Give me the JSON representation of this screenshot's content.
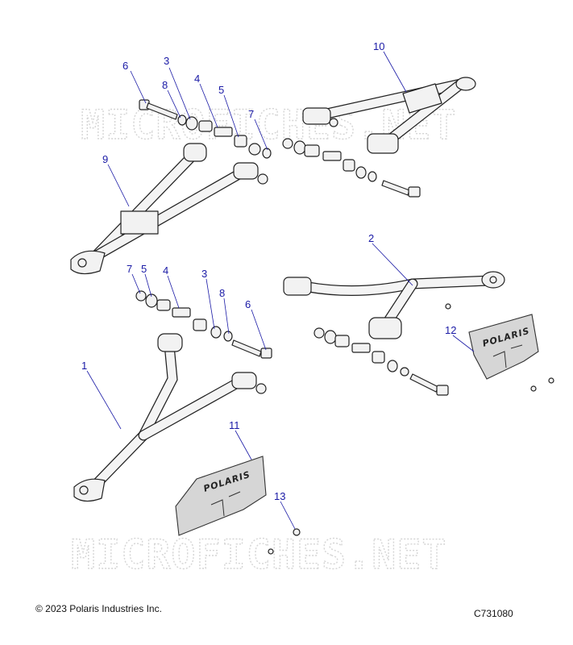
{
  "watermark": "MICROFICHES.NET",
  "logo_text": "POLARIS",
  "callouts": [
    "10",
    "6",
    "3",
    "8",
    "4",
    "5",
    "7",
    "9",
    "2",
    "7",
    "5",
    "4",
    "3",
    "8",
    "6",
    "12",
    "1",
    "11",
    "13"
  ],
  "footer": {
    "copyright": "© 2023 Polaris Industries Inc.",
    "figure_id": "C731080"
  }
}
